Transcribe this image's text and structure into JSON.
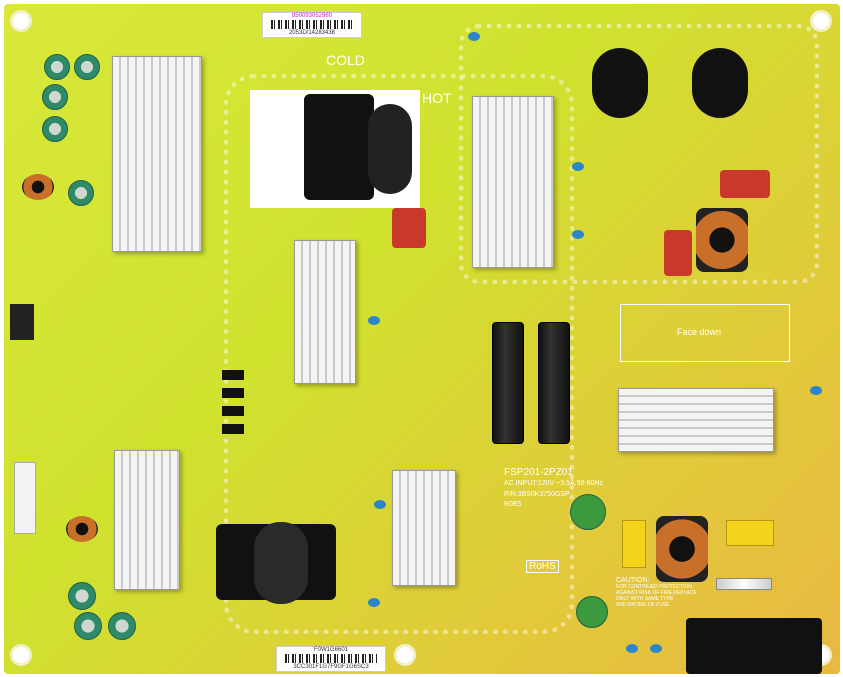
{
  "board": {
    "top_label": {
      "line1": "850093052980",
      "line2": "2053D/14283438"
    },
    "bottom_label": {
      "line1": "F0W1G6601",
      "line2": "3CC301F1G7F9GF1G6SC3"
    },
    "zone_cold": "COLD",
    "zone_hot": "HOT",
    "model": "FSP201-2PZ01",
    "ac_input": "AC INPUT:120V ~3.5A,50-60Hz",
    "part_number": "P/N:3BS0K3750GSP",
    "revision": "R0E5",
    "rohs": "RoHS",
    "face_down": "Face down",
    "caution": {
      "title": "CAUTION:",
      "lines": [
        "FOR CONTINUED PROTECTION",
        "AGAINST RISK OF FIRE,REPLACE",
        "ONLY WITH SAME TYPE",
        "AND RATING OF FUSE"
      ]
    }
  }
}
